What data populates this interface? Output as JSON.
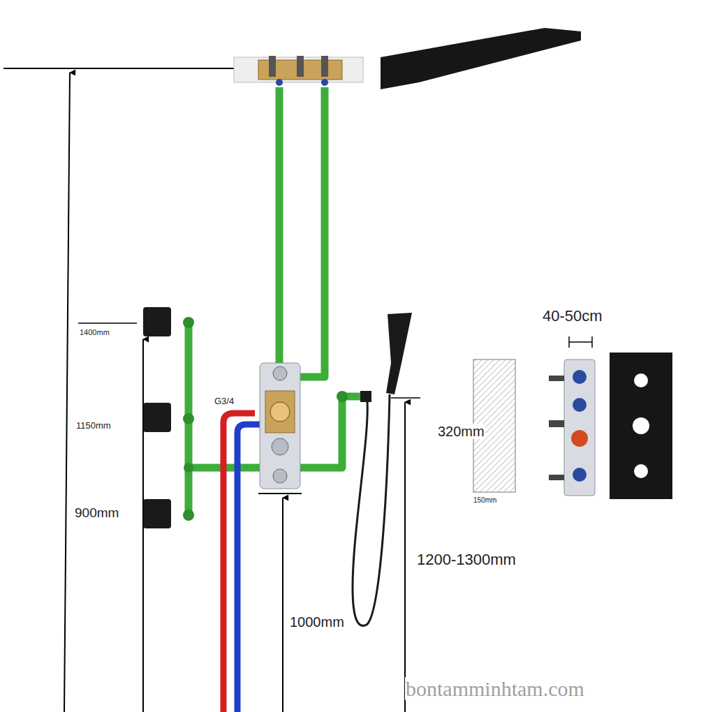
{
  "diagram": {
    "labels": [
      "1400mm",
      "1150mm",
      "900mm",
      "G3/4",
      "1000mm",
      "1200-1300mm",
      "40-50cm",
      "320mm",
      "150mm",
      "bontamminhtam.com"
    ]
  }
}
